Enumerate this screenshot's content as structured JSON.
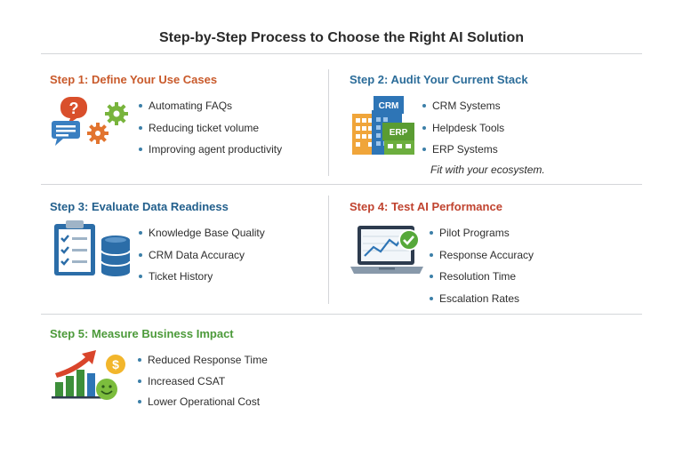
{
  "title": "Step-by-Step Process to Choose the Right AI Solution",
  "colors": {
    "step1": "#c95a2b",
    "step2": "#2b6c99",
    "step3": "#225f8c",
    "step4": "#c0432f",
    "step5": "#4c9a3a"
  },
  "steps": [
    {
      "title": "Step 1: Define Your Use Cases",
      "icon": "chat-gears-icon",
      "items": [
        "Automating FAQs",
        "Reducing ticket volume",
        "Improving agent productivity"
      ]
    },
    {
      "title": "Step 2: Audit Your Current Stack",
      "icon": "buildings-icon",
      "icon_labels": [
        "CRM",
        "ERP"
      ],
      "items": [
        "CRM Systems",
        "Helpdesk Tools",
        "ERP Systems"
      ],
      "note": "Fit with your ecosystem."
    },
    {
      "title": "Step 3: Evaluate Data Readiness",
      "icon": "checklist-database-icon",
      "items": [
        "Knowledge Base Quality",
        "CRM Data Accuracy",
        "Ticket History"
      ]
    },
    {
      "title": "Step 4: Test AI Performance",
      "icon": "laptop-chart-icon",
      "items": [
        "Pilot Programs",
        "Response Accuracy",
        "Resolution Time",
        "Escalation Rates"
      ]
    },
    {
      "title": "Step 5: Measure Business Impact",
      "icon": "growth-chart-icon",
      "icon_labels": [
        "$"
      ],
      "items": [
        "Reduced Response Time",
        "Increased CSAT",
        "Lower Operational Cost"
      ]
    }
  ]
}
